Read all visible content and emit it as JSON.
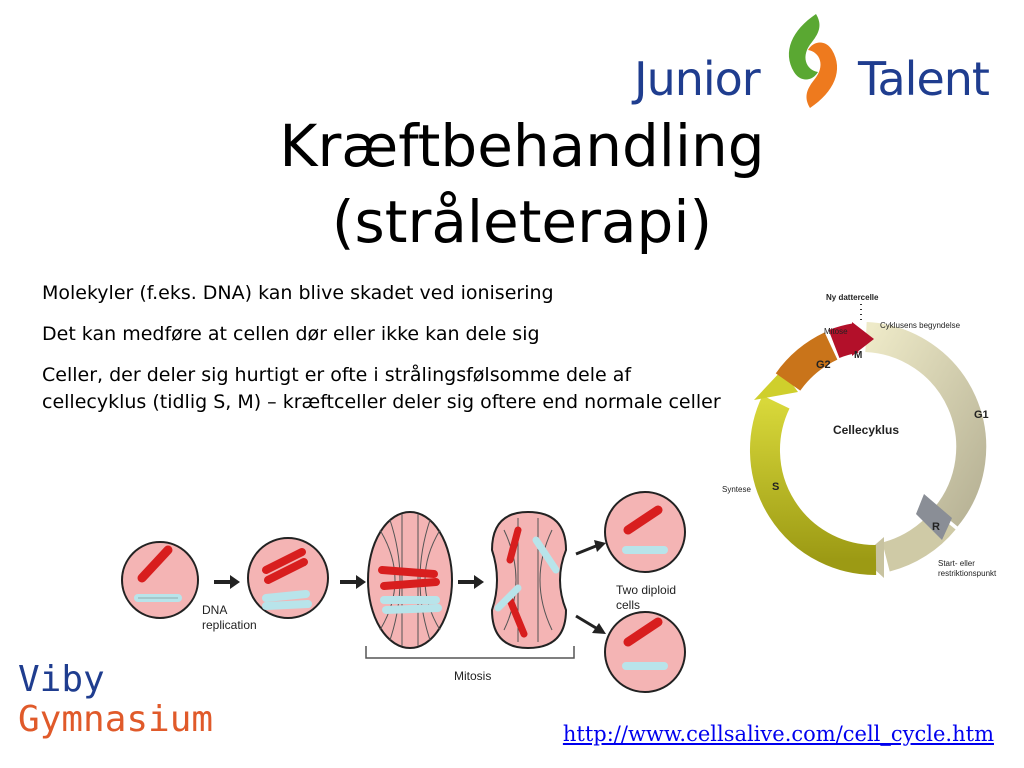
{
  "header": {
    "logo_left_word": "Junior",
    "logo_right_word": "Talent"
  },
  "title": {
    "line1": "Kræftbehandling",
    "line2": "(stråleterapi)"
  },
  "bullets": [
    "Molekyler (f.eks. DNA) kan blive skadet ved ionisering",
    "Det kan medføre at cellen dør eller ikke kan dele sig",
    "Celler, der deler sig hurtigt er ofte i strålingsfølsomme dele af cellecyklus (tidlig S, M) – kræftceller deler sig oftere end normale celler"
  ],
  "cell_cycle": {
    "center_label": "Cellecyklus",
    "top_label": "Ny dattercelle",
    "mitose_label": "Mitose",
    "start_label": "Cyklusens begyndelse",
    "synthese_label": "Syntese",
    "restriction_line1": "Start- eller",
    "restriction_line2": "restriktionspunkt",
    "phases": {
      "g1": "G1",
      "s": "S",
      "g2": "G2",
      "m": "M",
      "r": "R"
    }
  },
  "mitosis": {
    "dna_line1": "DNA",
    "dna_line2": "replication",
    "diploid_line1": "Two diploid",
    "diploid_line2": "cells",
    "mitosis_label": "Mitosis"
  },
  "footer": {
    "school_line1": "Viby",
    "school_line2": "Gymnasium",
    "link_text": "http://www.cellsalive.com/cell_cycle.htm"
  },
  "colors": {
    "brand_blue": "#1f3d8f",
    "logo_green": "#5aa832",
    "logo_orange": "#ee7a1e",
    "viby_orange": "#e05a2a",
    "link": "#0000ee"
  }
}
